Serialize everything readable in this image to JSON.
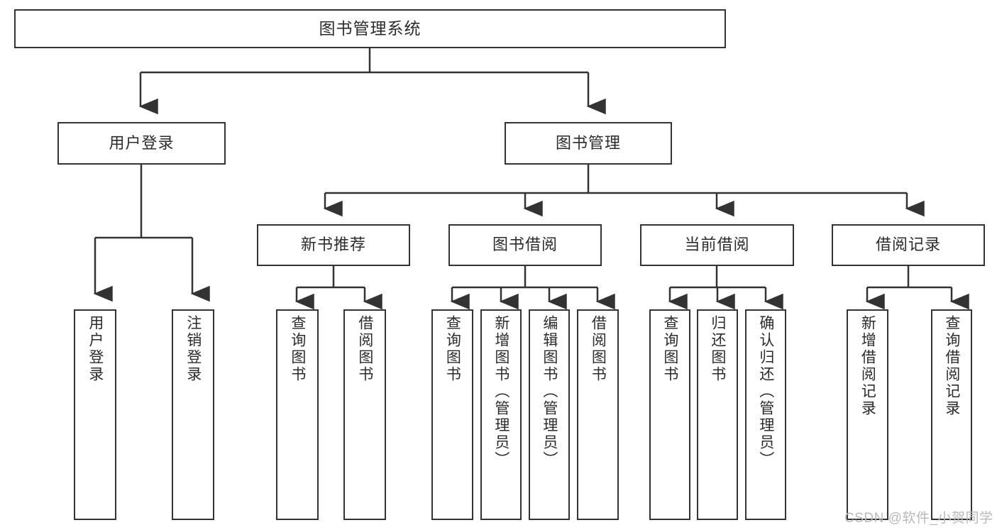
{
  "diagram": {
    "title": "图书管理系统",
    "type": "hierarchy-tree",
    "colors": {
      "border": "#333333",
      "fill": "#ffffff",
      "text": "#2b2b2b",
      "edge": "#333333",
      "watermark": "#b9b9b9"
    },
    "levels": {
      "root": {
        "label": "图书管理系统"
      },
      "level1": [
        {
          "label": "用户登录"
        },
        {
          "label": "图书管理"
        }
      ],
      "level2": [
        {
          "label": "新书推荐"
        },
        {
          "label": "图书借阅"
        },
        {
          "label": "当前借阅"
        },
        {
          "label": "借阅记录"
        }
      ],
      "leaves": {
        "user_login": [
          {
            "label": "用户登录"
          },
          {
            "label": "注销登录"
          }
        ],
        "new_book_recommend": [
          {
            "label": "查询图书"
          },
          {
            "label": "借阅图书"
          }
        ],
        "book_borrow": [
          {
            "label": "查询图书"
          },
          {
            "label": "新增图书（管理员）"
          },
          {
            "label": "编辑图书（管理员）"
          },
          {
            "label": "借阅图书"
          }
        ],
        "current_borrow": [
          {
            "label": "查询图书"
          },
          {
            "label": "归还图书"
          },
          {
            "label": "确认归还（管理员）"
          }
        ],
        "borrow_record": [
          {
            "label": "新增借阅记录"
          },
          {
            "label": "查询借阅记录"
          }
        ]
      }
    }
  },
  "watermark": {
    "text": "CSDN @软件_小贺同学"
  }
}
